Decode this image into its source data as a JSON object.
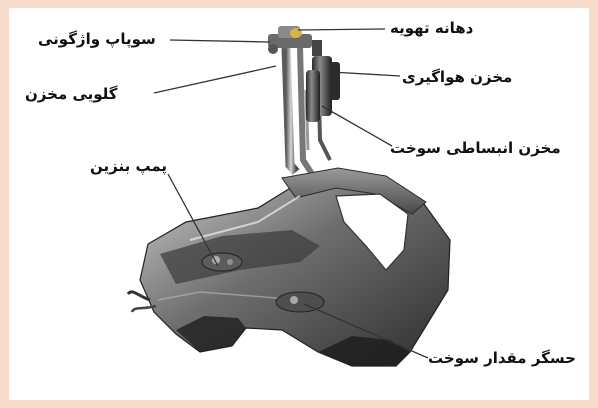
{
  "colors": {
    "frame": "#f7dccb",
    "leader": "#333333",
    "text": "#111111"
  },
  "labels": {
    "vent_valve": "سوپاپ واژگونی",
    "vent_port": "دهانه تهویه",
    "charcoal_canister": "مخزن هواگیری",
    "filler_neck": "گلویی مخزن",
    "expansion_tank": "مخزن انبساطی سوخت",
    "fuel_pump": "پمپ بنزین",
    "fuel_gauge_sender": "حسگر مقدار سوخت"
  }
}
